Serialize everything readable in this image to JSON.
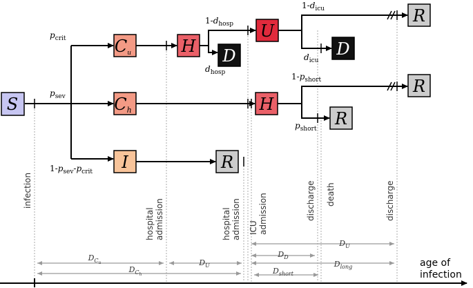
{
  "states": {
    "S": {
      "letter": "S",
      "color": "#c7c6f2"
    },
    "Cu": {
      "letter": "C",
      "sub": "u",
      "color": "#f39a85"
    },
    "Ch": {
      "letter": "C",
      "sub": "h",
      "color": "#f39a85"
    },
    "I": {
      "letter": "I",
      "color": "#f8c49a"
    },
    "H1": {
      "letter": "H",
      "color": "#ea6068"
    },
    "D1": {
      "letter": "D",
      "color": "#111111"
    },
    "U": {
      "letter": "U",
      "color": "#e02a3c"
    },
    "D2": {
      "letter": "D",
      "color": "#111111"
    },
    "R1": {
      "letter": "R",
      "color": "#cccccc"
    },
    "H2": {
      "letter": "H",
      "color": "#ea6068"
    },
    "R2": {
      "letter": "R",
      "color": "#cccccc"
    },
    "R3": {
      "letter": "R",
      "color": "#cccccc"
    },
    "R4": {
      "letter": "R",
      "color": "#cccccc"
    }
  },
  "probabilities": {
    "p_crit": {
      "base": "p",
      "sub": "crit"
    },
    "p_sev": {
      "base": "p",
      "sub": "sev"
    },
    "p_mild": {
      "pre": "1-",
      "base": "p",
      "sub": "sev",
      "mid": "-",
      "base2": "p",
      "sub2": "crit"
    },
    "one_minus_d_hosp": {
      "pre": "1-",
      "base": "d",
      "sub": "hosp"
    },
    "d_hosp": {
      "base": "d",
      "sub": "hosp"
    },
    "one_minus_d_icu": {
      "pre": "1-",
      "base": "d",
      "sub": "icu"
    },
    "d_icu": {
      "base": "d",
      "sub": "icu"
    },
    "one_minus_p_short": {
      "pre": "1-",
      "base": "p",
      "sub": "short"
    },
    "p_short": {
      "base": "p",
      "sub": "short"
    }
  },
  "events": {
    "infection": "infection",
    "hospital_admission_1": "hospital admission",
    "hospital_admission_2": "hospital admission",
    "icu_admission": "ICU admission",
    "discharge_1": "discharge",
    "death": "death",
    "discharge_2": "discharge"
  },
  "durations": {
    "dcu": {
      "base": "D",
      "sub": "C",
      "subsub": "u"
    },
    "dch": {
      "base": "D",
      "sub": "C",
      "subsub": "h"
    },
    "du1": {
      "base": "D",
      "sub": "U"
    },
    "dd": {
      "base": "D",
      "sub": "D"
    },
    "dshort": {
      "base": "D",
      "sub": "short"
    },
    "du2": {
      "base": "D",
      "sub": "U"
    },
    "dlong": {
      "base": "D",
      "sub": "long"
    }
  },
  "axis": {
    "label_line1": "age of",
    "label_line2": "infection"
  },
  "colors": {
    "arrow": "#000000",
    "guide": "#aaaaaa",
    "duration_arrow": "#999999"
  }
}
